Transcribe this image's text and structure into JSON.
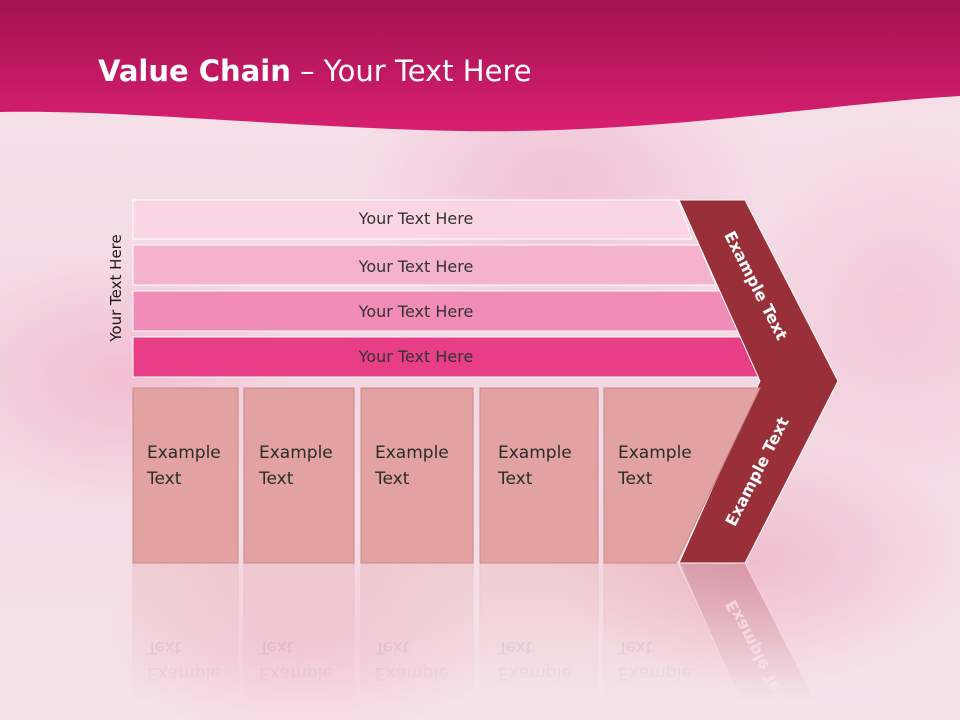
{
  "slide": {
    "title_bold": "Value Chain",
    "title_rest": " – Your Text Here",
    "side_label": "Your Text Here"
  },
  "bars": [
    {
      "label": "Your Text Here",
      "color": "#fad6e4"
    },
    {
      "label": "Your Text Here",
      "color": "#f5b2cd"
    },
    {
      "label": "Your Text Here",
      "color": "#f08cb7"
    },
    {
      "label": "Your Text Here",
      "color": "#e83e86"
    }
  ],
  "blocks": [
    {
      "line1": "Example",
      "line2": "Text"
    },
    {
      "line1": "Example",
      "line2": "Text"
    },
    {
      "line1": "Example",
      "line2": "Text"
    },
    {
      "line1": "Example",
      "line2": "Text"
    },
    {
      "line1": "Example",
      "line2": "Text"
    }
  ],
  "chevron": {
    "upper_label": "Example Text",
    "lower_label": "Example Text",
    "color": "#992f39"
  },
  "colors": {
    "header": "#d41c6c",
    "block_fill": "#e2a2a2",
    "block_stroke": "#c88888"
  }
}
